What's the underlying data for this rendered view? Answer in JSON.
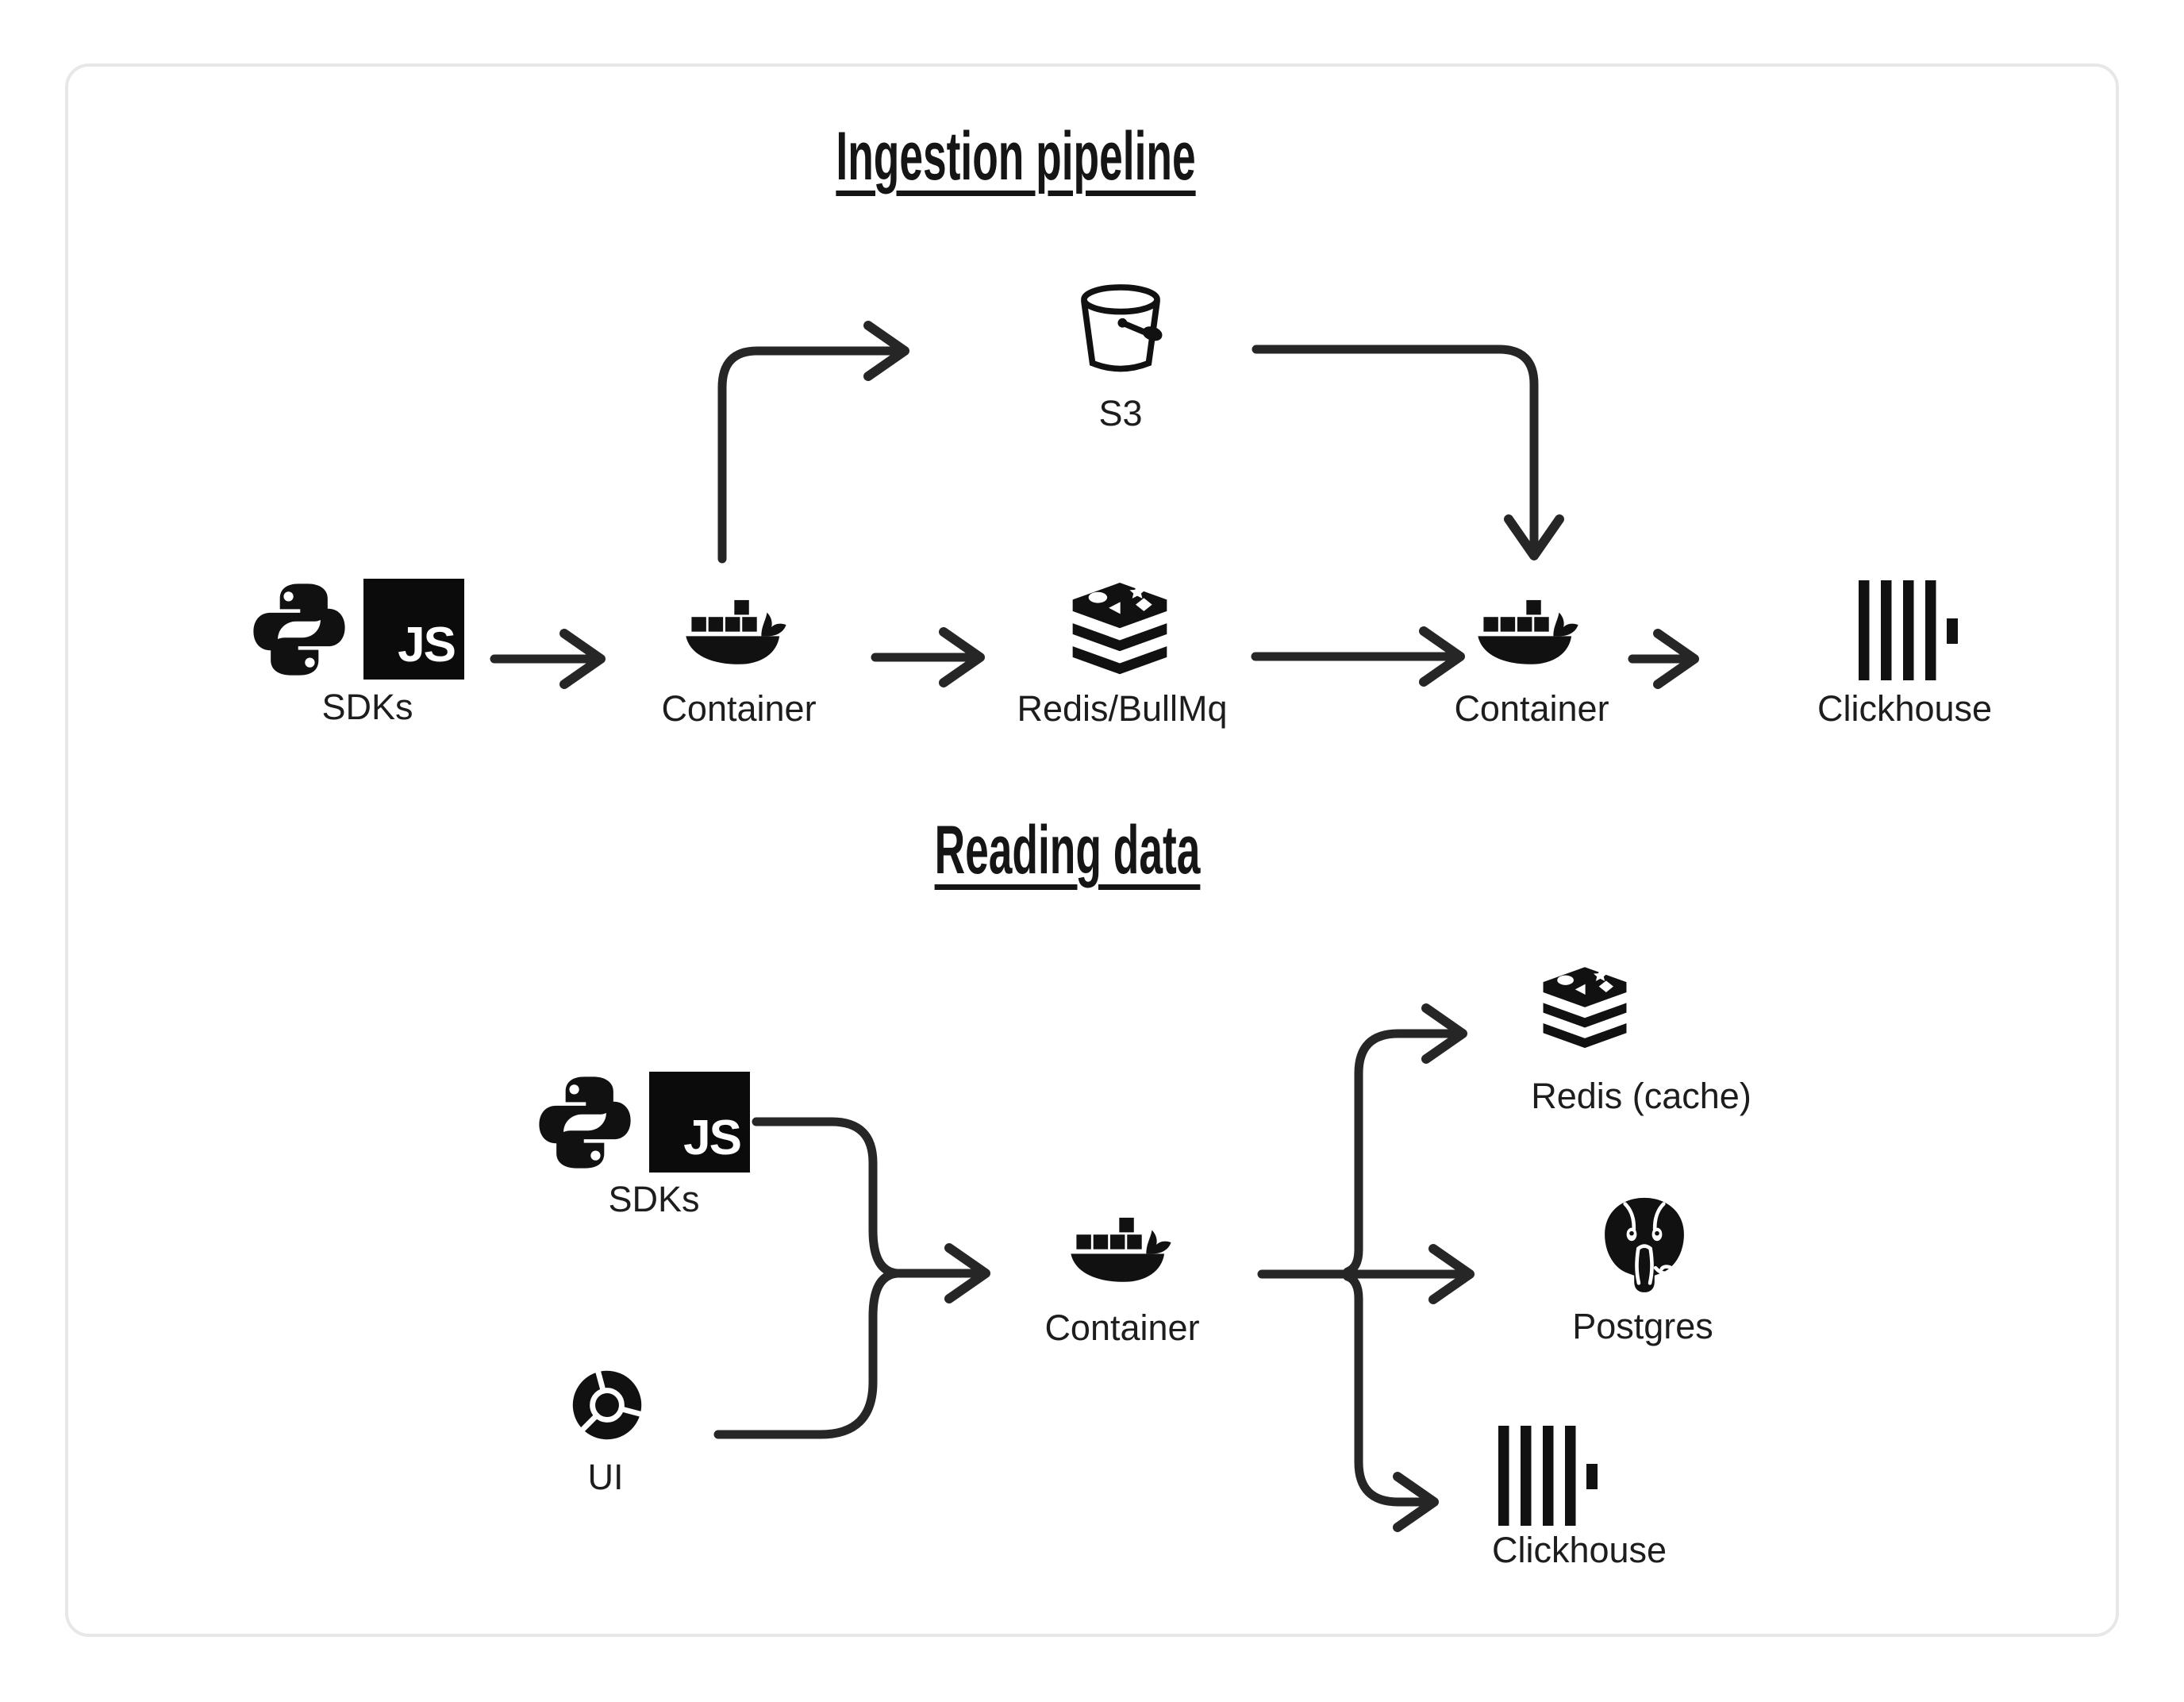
{
  "ingestion": {
    "title": "Ingestion pipeline",
    "nodes": {
      "sdks": {
        "label": "SDKs"
      },
      "container_in": {
        "label": "Container"
      },
      "queue": {
        "label": "Redis/BullMq"
      },
      "storage": {
        "label": "S3"
      },
      "container_out": {
        "label": "Container"
      },
      "warehouse": {
        "label": "Clickhouse"
      }
    }
  },
  "reading": {
    "title": "Reading data",
    "nodes": {
      "sdks": {
        "label": "SDKs"
      },
      "ui": {
        "label": "UI"
      },
      "container": {
        "label": "Container"
      },
      "cache": {
        "label": "Redis (cache)"
      },
      "db": {
        "label": "Postgres"
      },
      "warehouse": {
        "label": "Clickhouse"
      }
    }
  },
  "badges": {
    "js": "JS"
  },
  "icons": [
    "python-icon",
    "javascript-icon",
    "docker-icon",
    "redis-icon",
    "s3-bucket-icon",
    "clickhouse-icon",
    "chrome-icon",
    "postgres-icon"
  ],
  "colors": {
    "ink": "#1d1d1f",
    "line": "#262626",
    "card_border": "#e7e7e7",
    "card_bg": "#ffffff",
    "page_bg": "#ffffff"
  }
}
